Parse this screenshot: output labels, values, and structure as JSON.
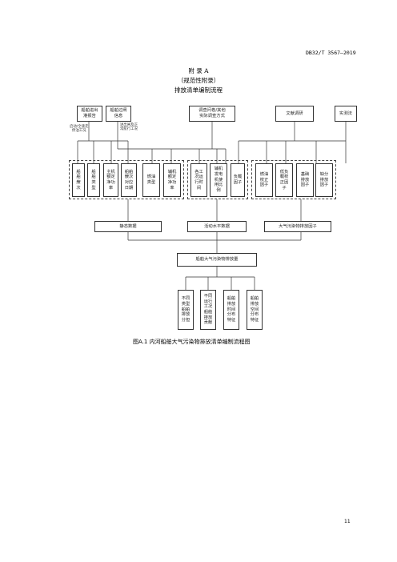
{
  "header": {
    "doc_code": "DB32/T 3567—2019"
  },
  "appendix": {
    "title": "附 录 A",
    "subtitle": "（规范性附录）",
    "heading": "排放清单编制流程"
  },
  "sources": {
    "ship_entry": "船舶进出\n港报告",
    "ship_lock": "船舶过闸\n信息",
    "survey": "调查问卷/其他\n实际调查方式",
    "literature": "文献调研",
    "measurement": "实测法"
  },
  "notes": {
    "left": "启动/全速走\n停泊工况",
    "right": "进出闸及正\n常航行工况"
  },
  "params": {
    "g1": [
      "船\n舶\n艘\n次",
      "船\n舶\n类\n型",
      "主机\n额定\n净功\n率",
      "船舶\n艘次\n对应\n日期",
      "燃油\n类型",
      "辅机\n额定\n净功\n率"
    ],
    "g2": [
      "各工\n况运\n行时\n间",
      "辅机\n发电\n机使\n用比\n例",
      "负载\n因子"
    ],
    "g3": [
      "燃油\n校正\n因子",
      "低负\n载校\n正因\n子",
      "基础\n排放\n因子",
      "缺分\n排放\n因子"
    ]
  },
  "categories": {
    "static": "静态数据",
    "activity": "活动水平数据",
    "factor": "大气污染物排放因子"
  },
  "inventory": "船舶大气污染物排放量",
  "outputs": [
    "不同\n类型\n船舶\n排放\n分担",
    "不同\n运行\n工况\n船舶\n排放\n贡献",
    "船舶\n排放\n时间\n分布\n特征",
    "船舶\n排放\n空间\n分布\n特征"
  ],
  "caption": "图A.1   内河船舶大气污染物排放清单编制流程图",
  "page_number": "11"
}
